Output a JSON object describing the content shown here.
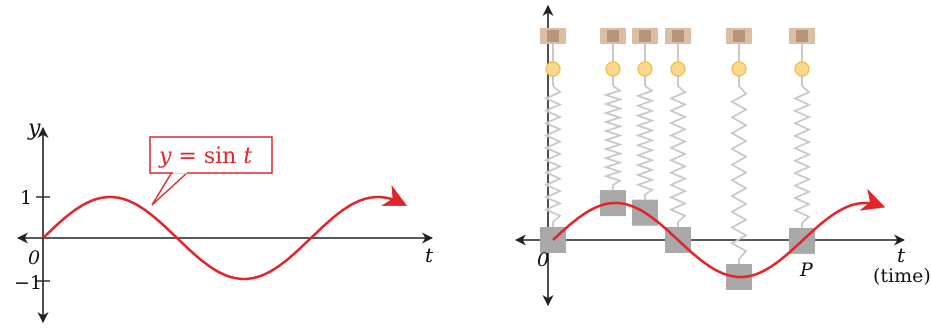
{
  "left_graph": {
    "y_axis_label": "y",
    "x_axis_label": "t",
    "origin_label": "0",
    "tick_pos_label": "1",
    "tick_neg_label": "−1",
    "callout": {
      "var": "y",
      "eq": " = sin ",
      "arg": "t"
    },
    "callout_color": "#e0262b"
  },
  "right_graph": {
    "origin_label": "0",
    "x_axis_label": "t",
    "x_axis_unit": "(time)",
    "point_label": "P",
    "curve_color": "#e0262b",
    "spring_count": 6
  }
}
